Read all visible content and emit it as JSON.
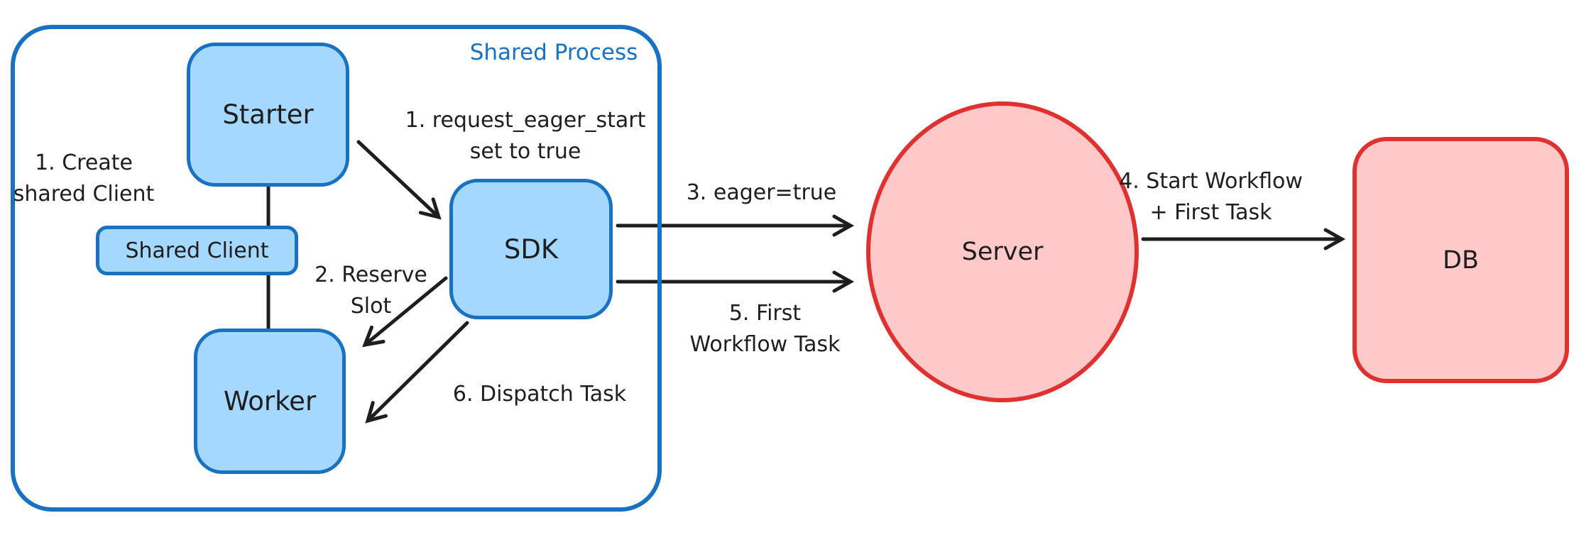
{
  "diagram": {
    "container": {
      "label": "Shared Process"
    },
    "nodes": {
      "starter": {
        "label": "Starter"
      },
      "shared_client": {
        "label": "Shared Client"
      },
      "worker": {
        "label": "Worker"
      },
      "sdk": {
        "label": "SDK"
      },
      "server": {
        "label": "Server"
      },
      "db": {
        "label": "DB"
      }
    },
    "annotations": {
      "create_shared_client": {
        "line1": "1. Create",
        "line2": "shared Client"
      },
      "request_eager_start": {
        "line1": "1. request_eager_start",
        "line2": "set to true"
      },
      "reserve_slot": {
        "line1": "2. Reserve",
        "line2": "Slot"
      },
      "eager_true": {
        "text": "3. eager=true"
      },
      "start_workflow": {
        "line1": "4. Start Workflow",
        "line2": "+ First Task"
      },
      "first_workflow_task": {
        "line1": "5. First",
        "line2": "Workflow Task"
      },
      "dispatch_task": {
        "text": "6. Dispatch Task"
      }
    },
    "edges": [
      {
        "name": "starter-to-sdk",
        "label_ref": "request_eager_start"
      },
      {
        "name": "sdk-to-worker-reserve",
        "label_ref": "reserve_slot"
      },
      {
        "name": "sdk-to-worker-dispatch",
        "label_ref": "dispatch_task"
      },
      {
        "name": "sdk-to-server-eager",
        "label_ref": "eager_true"
      },
      {
        "name": "sdk-to-server-first-task",
        "label_ref": "first_workflow_task"
      },
      {
        "name": "server-to-db",
        "label_ref": "start_workflow"
      },
      {
        "name": "starter-to-worker-connector",
        "label_ref": null
      }
    ],
    "colors": {
      "blue_stroke": "#1971c2",
      "blue_fill": "#a5d8ff",
      "red_stroke": "#e03131",
      "red_fill": "#ffc9c9",
      "text": "#1e1e1e",
      "label_blue": "#1971c2",
      "background": "#ffffff"
    }
  }
}
